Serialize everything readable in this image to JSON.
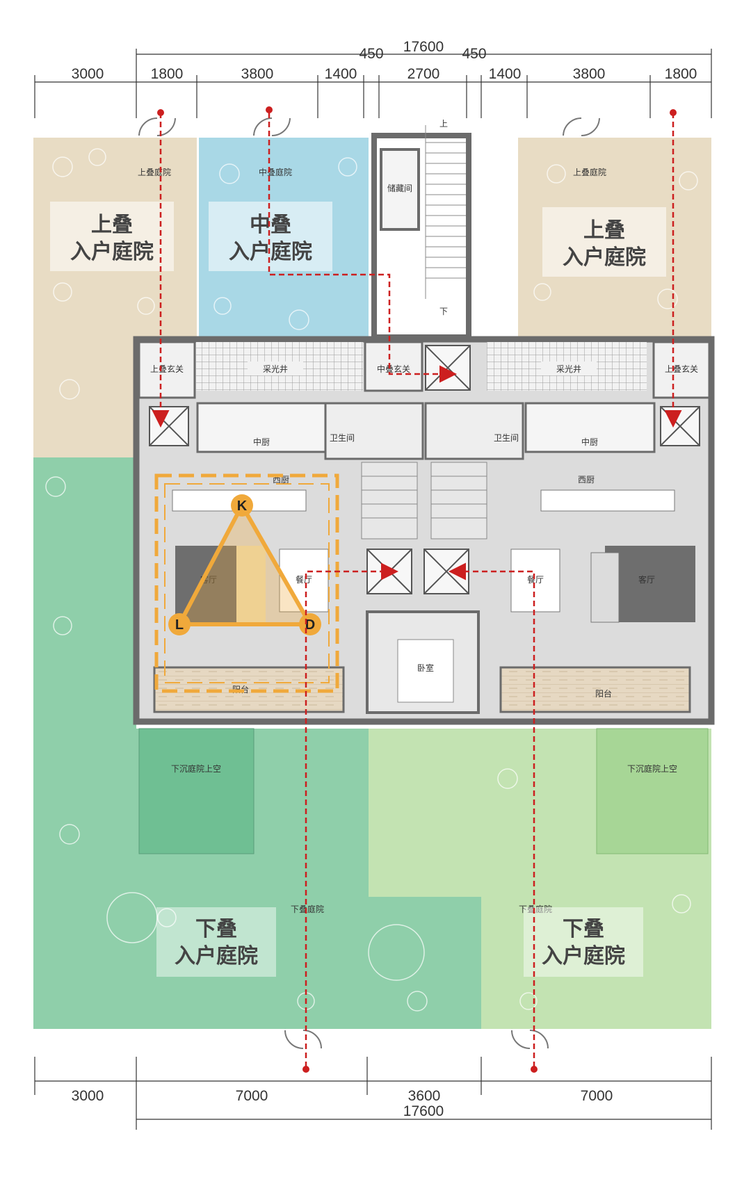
{
  "dimensions": {
    "top_total": "17600",
    "top_gap_left": "450",
    "top_gap_right": "450",
    "top_segments": [
      "3000",
      "1800",
      "3800",
      "1400",
      "2700",
      "1400",
      "3800",
      "1800"
    ],
    "bottom_segments": [
      "3000",
      "7000",
      "3600",
      "7000"
    ],
    "bottom_total": "17600"
  },
  "courtyards": {
    "upper_left": {
      "small": "上叠庭院",
      "line1": "上叠",
      "line2": "入户庭院"
    },
    "middle": {
      "small": "中叠庭院",
      "line1": "中叠",
      "line2": "入户庭院"
    },
    "upper_right": {
      "small": "上叠庭院",
      "line1": "上叠",
      "line2": "入户庭院"
    },
    "lower_left": {
      "small": "下叠庭院",
      "line1": "下叠",
      "line2": "入户庭院"
    },
    "lower_right": {
      "small": "下叠庭院",
      "line1": "下叠",
      "line2": "入户庭院"
    }
  },
  "rooms": {
    "storage": "储藏间",
    "stair_up": "上",
    "stair_down": "下",
    "lightwell_left": "采光井",
    "lightwell_right": "采光井",
    "foyer_upper_left": "上叠玄关",
    "foyer_middle": "中叠玄关",
    "foyer_upper_right": "上叠玄关",
    "kitchen_left": "中厨",
    "kitchen_right": "中厨",
    "bath_left": "卫生间",
    "bath_right": "卫生间",
    "western_kitchen_left": "西厨",
    "western_kitchen_right": "西厨",
    "living_left": "客厅",
    "dining_left": "餐厅",
    "dining_right": "餐厅",
    "living_right": "客厅",
    "bedroom": "卧室",
    "balcony_left": "阳台",
    "balcony_right": "阳台",
    "sunken_left": "下沉庭院上空",
    "sunken_right": "下沉庭院上空"
  },
  "kld_markers": [
    "K",
    "L",
    "D"
  ],
  "colors": {
    "upper_yard": "#e8dcc4",
    "middle_yard": "#a9d8e6",
    "lower_left_yard": "#8fcfaa",
    "lower_right_yard": "#c3e3b2",
    "interior": "#dcdcdc",
    "wall": "#6b6b6b",
    "route": "#cc1f1f",
    "kld": "#f0a93b"
  }
}
